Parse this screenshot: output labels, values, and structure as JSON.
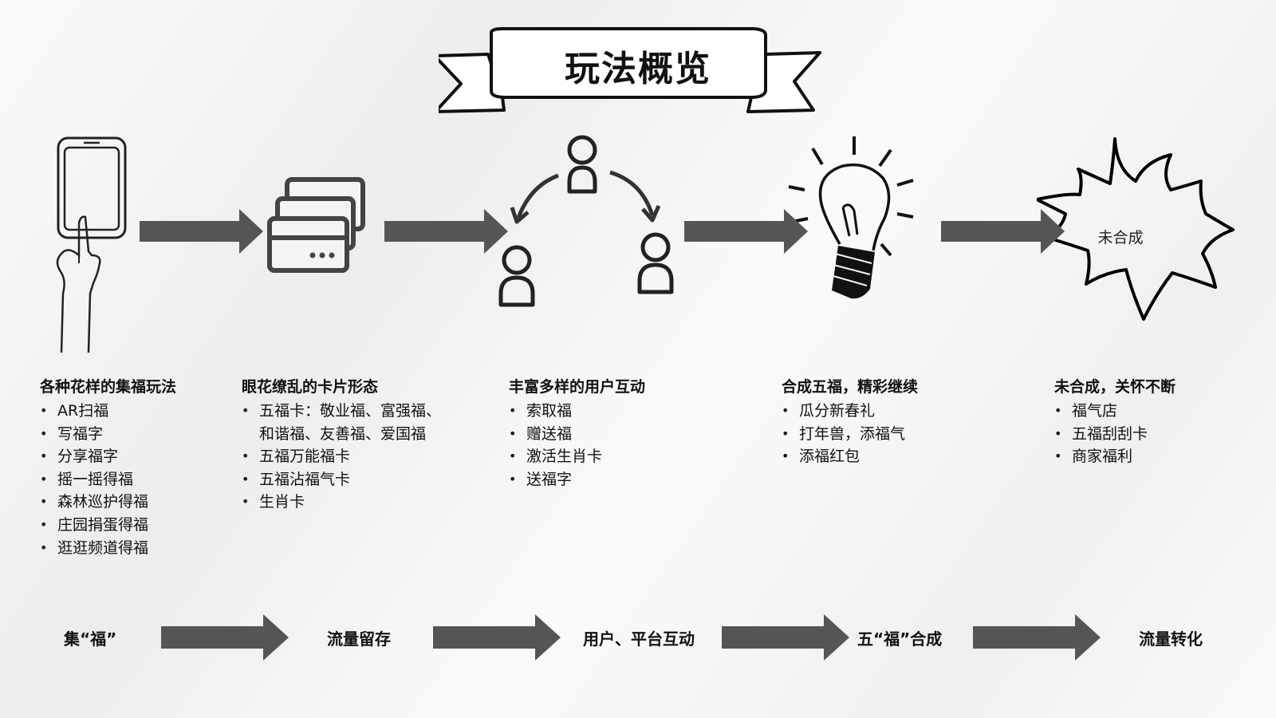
{
  "title": "玩法概览",
  "burst_label": "未合成",
  "columns": [
    {
      "title": "各种花样的集福玩法",
      "items": [
        "AR扫福",
        "写福字",
        "分享福字",
        "摇一摇得福",
        "森林巡护得福",
        "庄园捐蛋得福",
        "逛逛频道得福"
      ]
    },
    {
      "title": "眼花缭乱的卡片形态",
      "items": [
        "五福卡：敬业福、富强福、",
        "和谐福、友善福、爱国福",
        "五福万能福卡",
        "五福沾福气卡",
        "生肖卡"
      ]
    },
    {
      "title": "丰富多样的用户互动",
      "items": [
        "索取福",
        "赠送福",
        "激活生肖卡",
        "送福字"
      ]
    },
    {
      "title": "合成五福，精彩继续",
      "items": [
        "瓜分新春礼",
        "打年兽，添福气",
        "添福红包"
      ]
    },
    {
      "title": "未合成，关怀不断",
      "items": [
        "福气店",
        "五福刮刮卡",
        "商家福利"
      ]
    }
  ],
  "stages": [
    "集“福”",
    "流量留存",
    "用户、平台互动",
    "五“福”合成",
    "流量转化"
  ],
  "icons": [
    "phone-tap-icon",
    "cards-icon",
    "user-share-icon",
    "lightbulb-icon",
    "burst-icon"
  ],
  "colors": {
    "arrow": "#555555",
    "ink": "#111111",
    "paper": "#f4f4f4"
  }
}
